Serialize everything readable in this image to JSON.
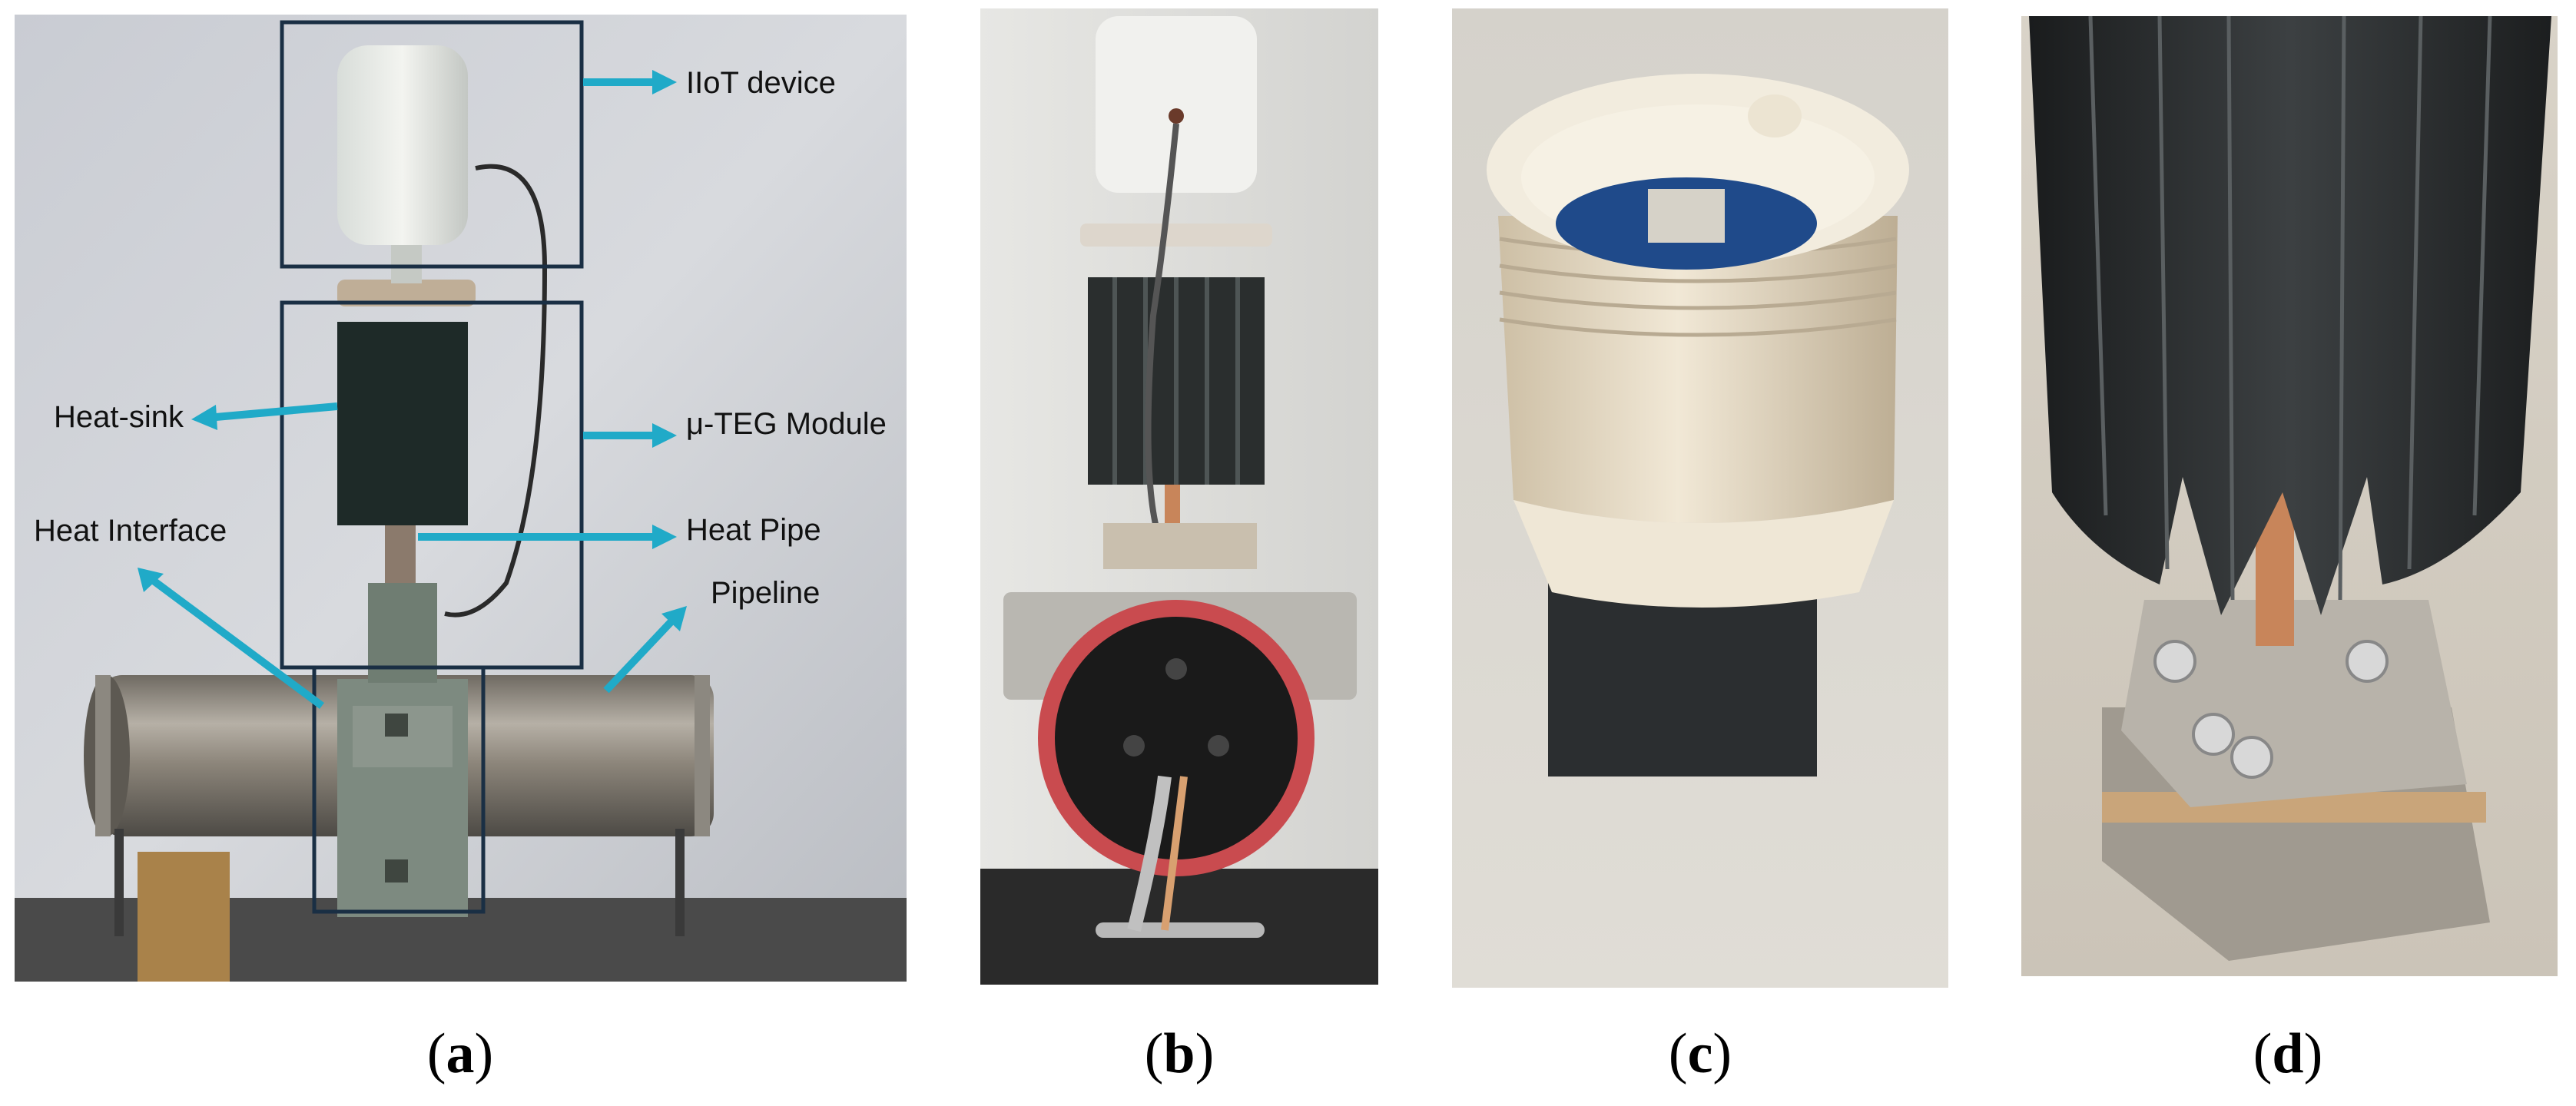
{
  "panels": [
    {
      "id": "a",
      "caption_letter": "a"
    },
    {
      "id": "b",
      "caption_letter": "b"
    },
    {
      "id": "c",
      "caption_letter": "c"
    },
    {
      "id": "d",
      "caption_letter": "d"
    }
  ],
  "annotations": {
    "iiot_device": "IIoT device",
    "heat_sink": "Heat-sink",
    "teg_module": "μ-TEG Module",
    "heat_interface": "Heat Interface",
    "heat_pipe": "Heat Pipe",
    "pipeline": "Pipeline"
  },
  "colors": {
    "arrow": "#20aac8",
    "box": "#1a2f44",
    "heatsink": "#1f2b2b",
    "pipe_metal": "#8a8478",
    "copper": "#c9855e"
  }
}
